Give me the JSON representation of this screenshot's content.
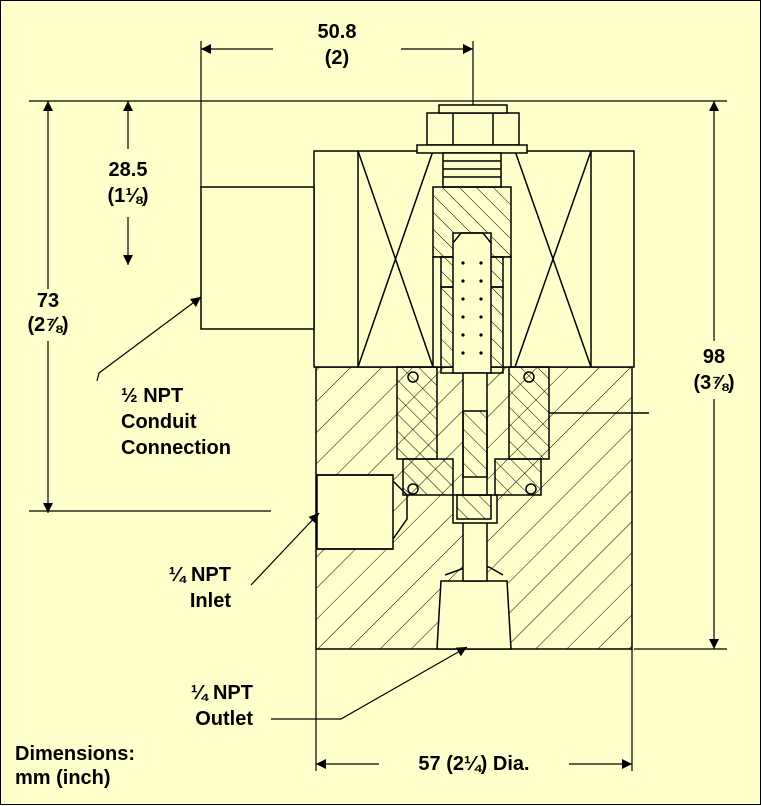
{
  "dimensions": {
    "width_top": {
      "mm": "50.8",
      "inch": "(2)"
    },
    "conduit_height": {
      "mm": "28.5",
      "inch": "(1⅛)"
    },
    "inlet_height": {
      "mm": "73",
      "inch": "(2⅞)"
    },
    "overall_height": {
      "mm": "98",
      "inch": "(3⅞)"
    },
    "body_diameter": "57 (2¼) Dia."
  },
  "callouts": {
    "conduit": [
      "½ NPT",
      "Conduit",
      "Connection"
    ],
    "inlet": [
      "¼ NPT",
      "Inlet"
    ],
    "outlet": [
      "¼ NPT",
      "Outlet"
    ]
  },
  "units_note": [
    "Dimensions:",
    "mm (inch)"
  ],
  "colors": {
    "background": "#ffffcc",
    "ink": "#000000"
  }
}
